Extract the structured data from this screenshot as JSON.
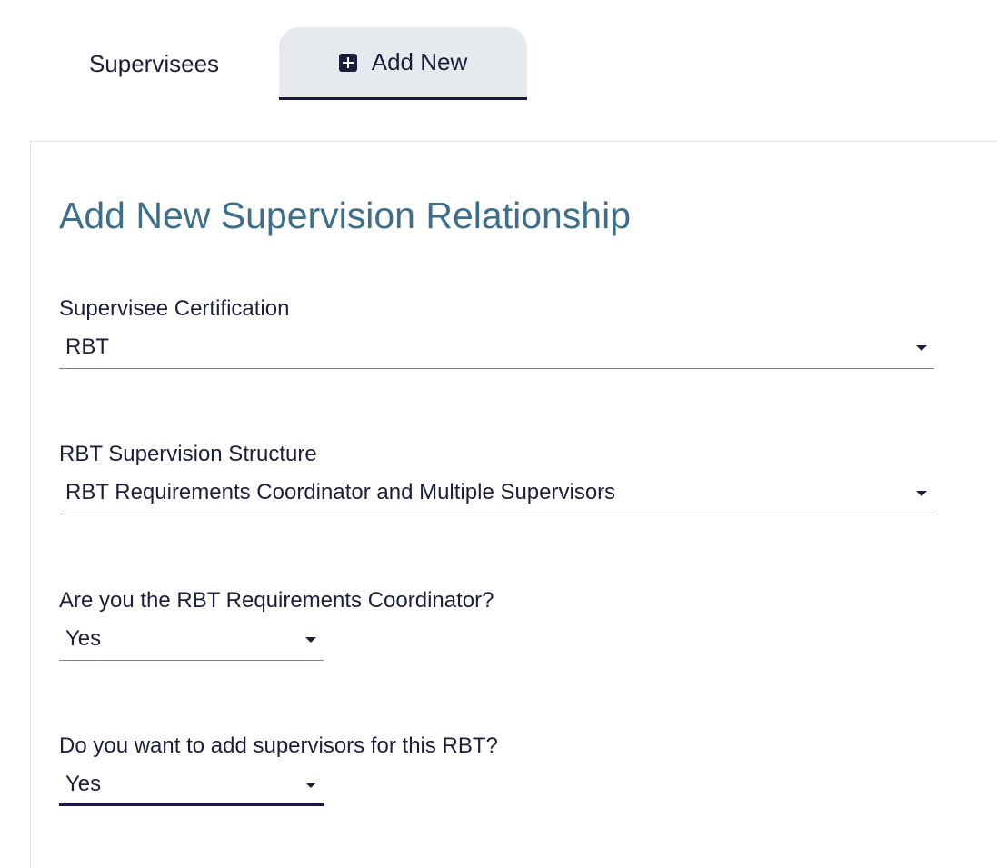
{
  "tabs": {
    "supervisees_label": "Supervisees",
    "add_new_label": "Add New",
    "add_new_icon": "plus-square-icon"
  },
  "form": {
    "title": "Add New Supervision Relationship",
    "fields": [
      {
        "label": "Supervisee Certification",
        "value": "RBT",
        "icon": "caret-down-icon"
      },
      {
        "label": "RBT Supervision Structure",
        "value": "RBT Requirements Coordinator and Multiple Supervisors",
        "icon": "caret-down-icon"
      },
      {
        "label": "Are you the RBT Requirements Coordinator?",
        "value": "Yes",
        "icon": "caret-down-icon"
      },
      {
        "label": "Do you want to add supervisors for this RBT?",
        "value": "Yes",
        "icon": "caret-down-icon",
        "focused": true
      }
    ]
  },
  "colors": {
    "title": "#3d6e8a",
    "text": "#1c1f3a",
    "active_tab_bg": "#e6e9ed",
    "active_underline": "#1a1a4a",
    "panel_border": "#dcdfe4"
  }
}
